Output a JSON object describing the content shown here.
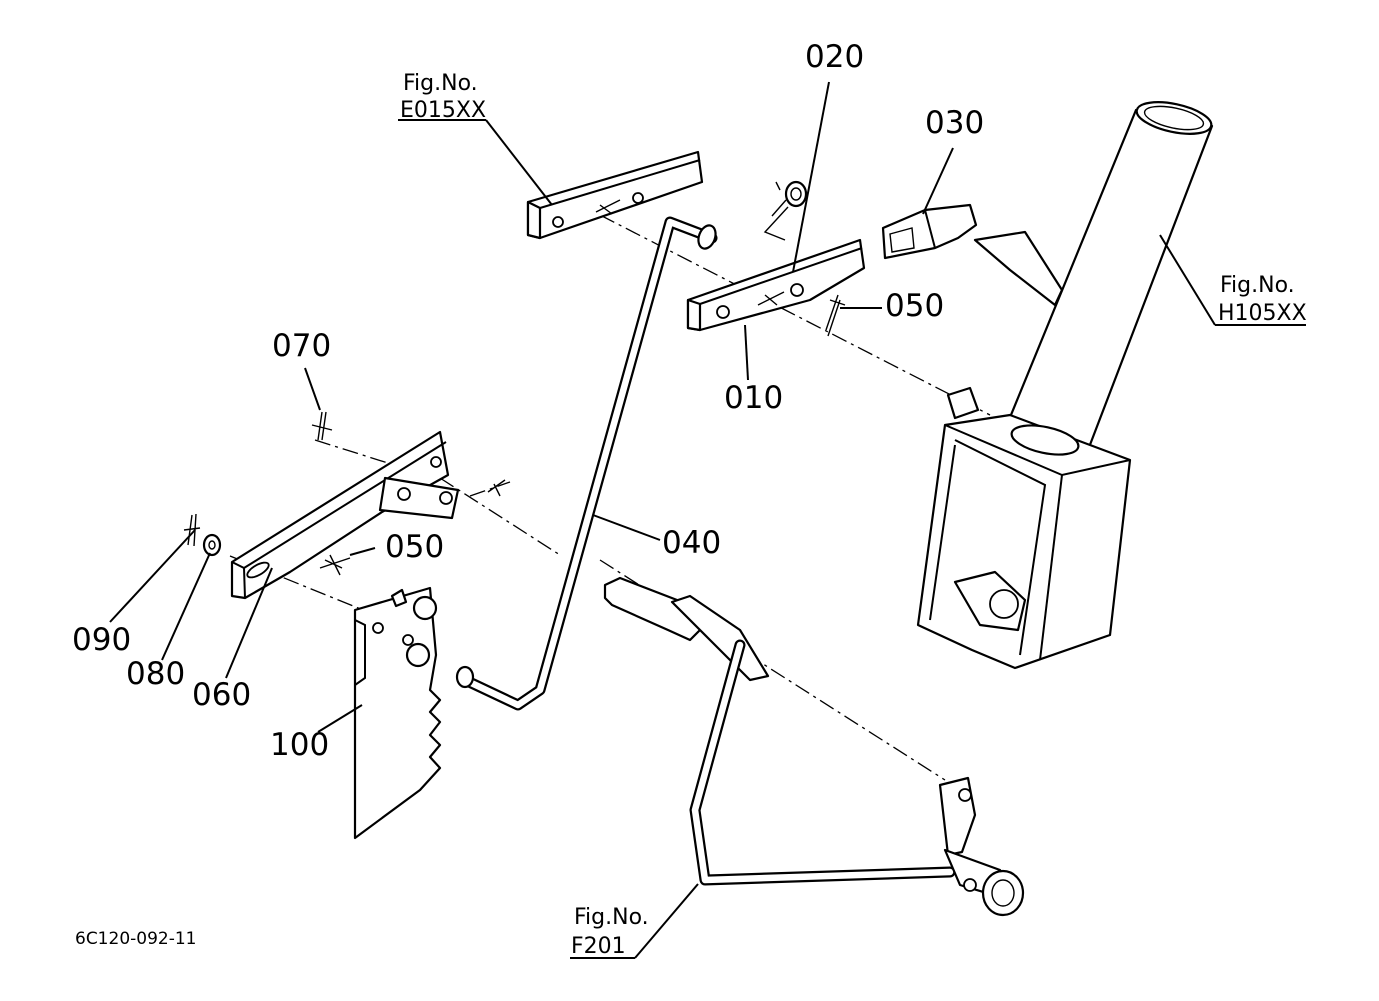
{
  "drawing_code": "6C120-092-11",
  "parts": {
    "p010": "010",
    "p020": "020",
    "p030": "030",
    "p040": "040",
    "p050a": "050",
    "p050b": "050",
    "p060": "060",
    "p070": "070",
    "p080": "080",
    "p090": "090",
    "p100": "100"
  },
  "references": {
    "e015": {
      "caption": "Fig.No.",
      "number": "E015XX"
    },
    "h105": {
      "caption": "Fig.No.",
      "number": "H105XX"
    },
    "f201": {
      "caption": "Fig.No.",
      "number": "F201"
    }
  }
}
